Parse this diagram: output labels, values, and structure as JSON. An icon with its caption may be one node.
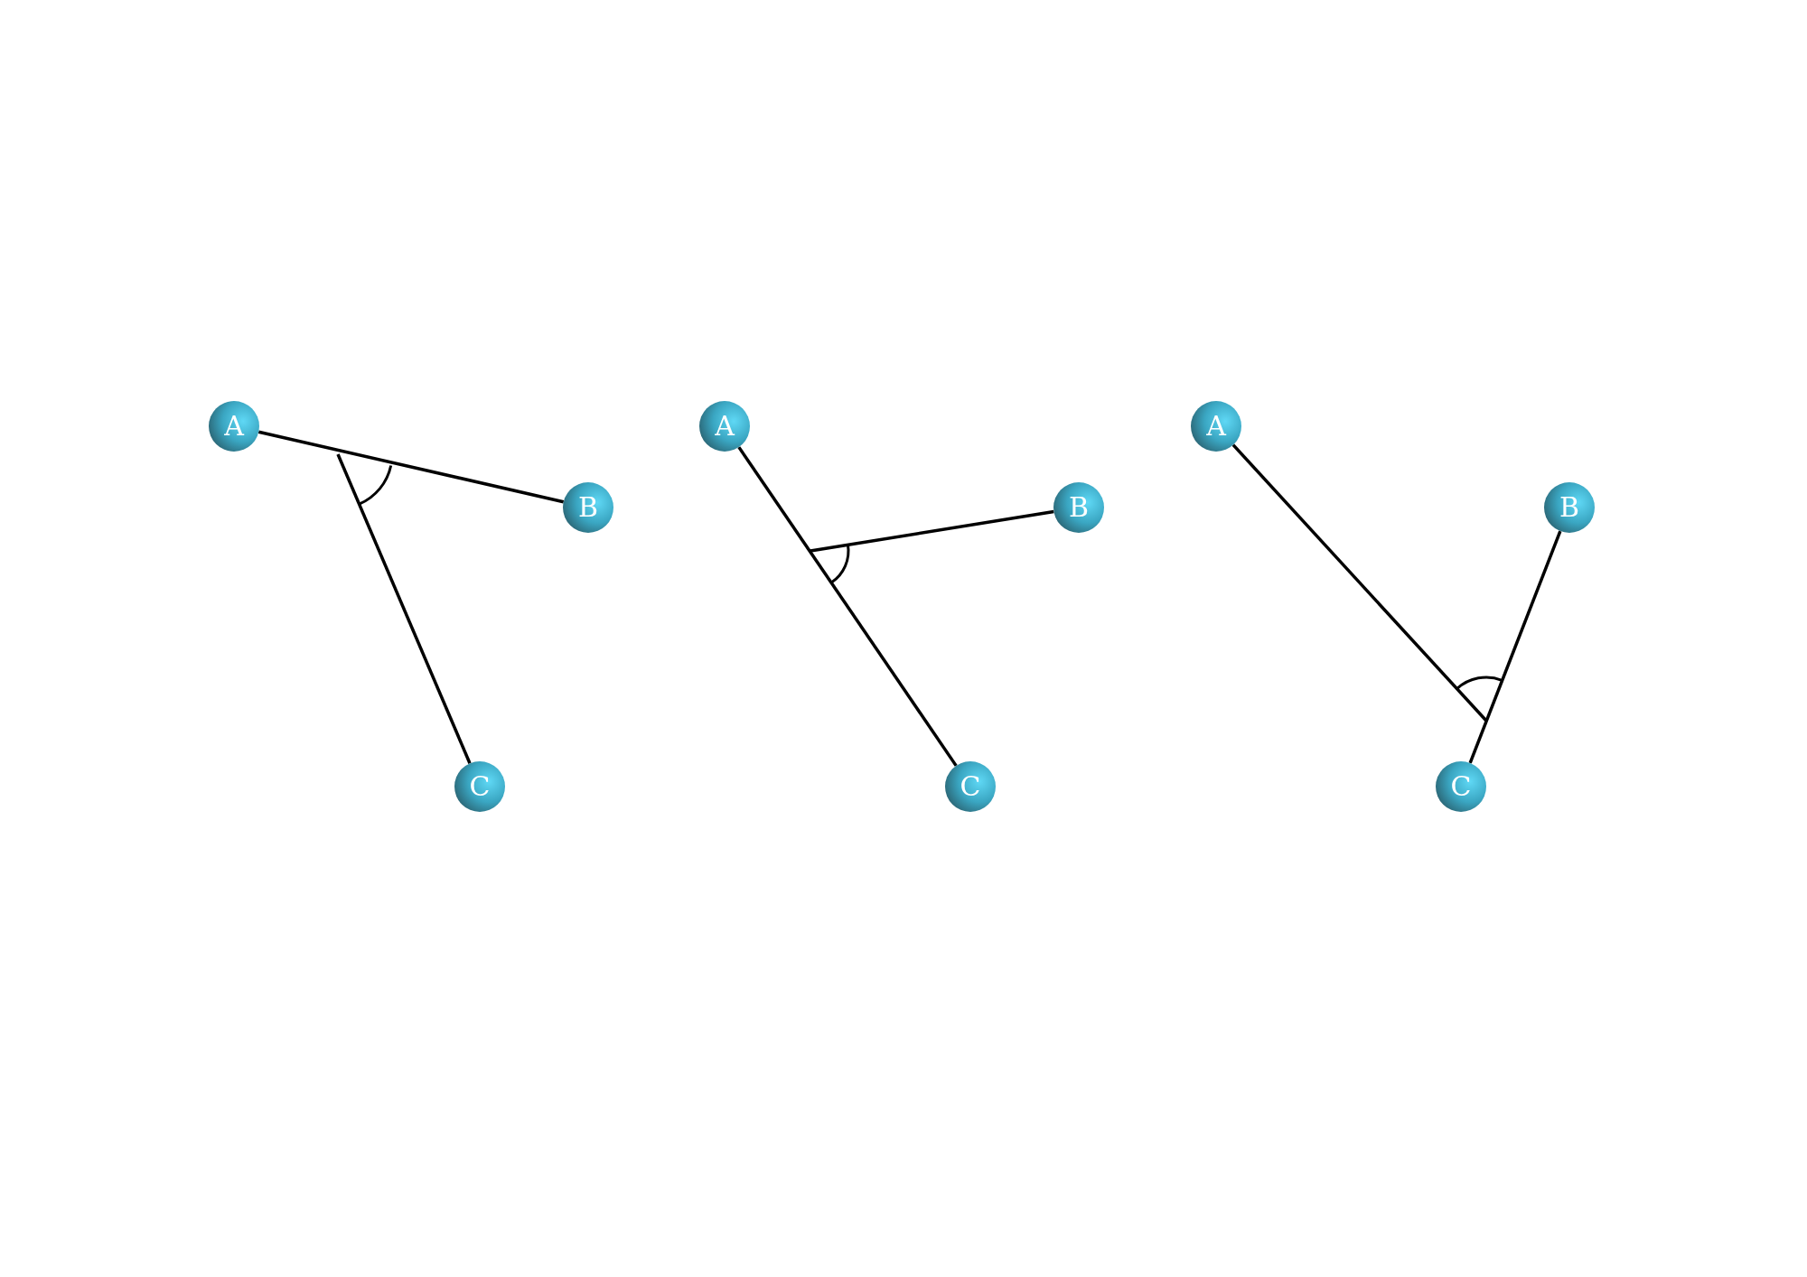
{
  "diagram": {
    "nodes": [
      {
        "text": [
          "A"
        ]
      },
      {
        "text": [
          "B"
        ]
      },
      {
        "text": [
          "C"
        ]
      },
      {
        "text": [
          "A"
        ]
      },
      {
        "text": [
          "B"
        ]
      },
      {
        "text": [
          "C"
        ]
      },
      {
        "text": [
          "A"
        ]
      },
      {
        "text": [
          "B"
        ]
      },
      {
        "text": [
          "C"
        ]
      }
    ],
    "edges": [
      {
        "from": 0,
        "to": 1,
        "arrow": "none"
      },
      {
        "from": 2,
        "to": null,
        "arrow": "none"
      },
      {
        "from": 3,
        "to": 5,
        "arrow": "none"
      },
      {
        "from": 4,
        "to": null,
        "arrow": "none"
      },
      {
        "from": 7,
        "to": 8,
        "arrow": "none"
      },
      {
        "from": 6,
        "to": null,
        "arrow": "none"
      }
    ]
  }
}
